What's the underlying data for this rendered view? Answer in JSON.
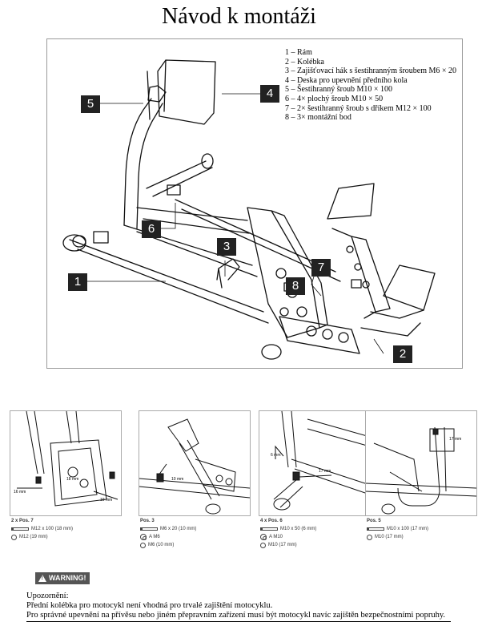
{
  "title": "Návod k montáži",
  "legend": [
    "1 – Rám",
    "2 – Kolébka",
    "3 – Zajišťovací hák s šestihranným šroubem M6 × 20",
    "4 – Deska pro upevnění předního kola",
    "5 – Šestihranný šroub M10 × 100",
    "6 – 4× plochý šroub M10 × 50",
    "7 – 2× šestihranný šroub s dříkem M12 × 100",
    "8 – 3× montážní bod"
  ],
  "callouts": [
    "1",
    "2",
    "3",
    "4",
    "5",
    "6",
    "7",
    "8"
  ],
  "panels": [
    {
      "pos": "2 x Pos. 7",
      "rows": [
        "M12 x 100 (18 mm)",
        "M12 (19 mm)"
      ],
      "dims": [
        "16 mm",
        "18 mm",
        "19 mm"
      ]
    },
    {
      "pos": "Pos. 3",
      "rows": [
        "M6 x 20 (10 mm)",
        "A M6",
        "M6 (10 mm)"
      ],
      "dims": [
        "10 mm"
      ]
    },
    {
      "pos": "4 x Pos. 6",
      "rows": [
        "M10 x 50 (6 mm)",
        "A M10",
        "M10 (17 mm)"
      ],
      "dims": [
        "6 mm",
        "17 mm"
      ]
    },
    {
      "pos": "Pos. 5",
      "rows": [
        "M10 x 100 (17 mm)",
        "M10 (17 mm)"
      ],
      "dims": [
        "17 mm"
      ]
    }
  ],
  "warning": {
    "badge": "WARNING!"
  },
  "notes": [
    "Upozornění:",
    "Přední kolébka pro motocykl není vhodná pro trvalé zajištění motocyklu.",
    "Pro správné upevnění na přívěsu nebo jiném přepravním zařízení musí být motocykl navíc zajištěn bezpečnostními popruhy."
  ]
}
